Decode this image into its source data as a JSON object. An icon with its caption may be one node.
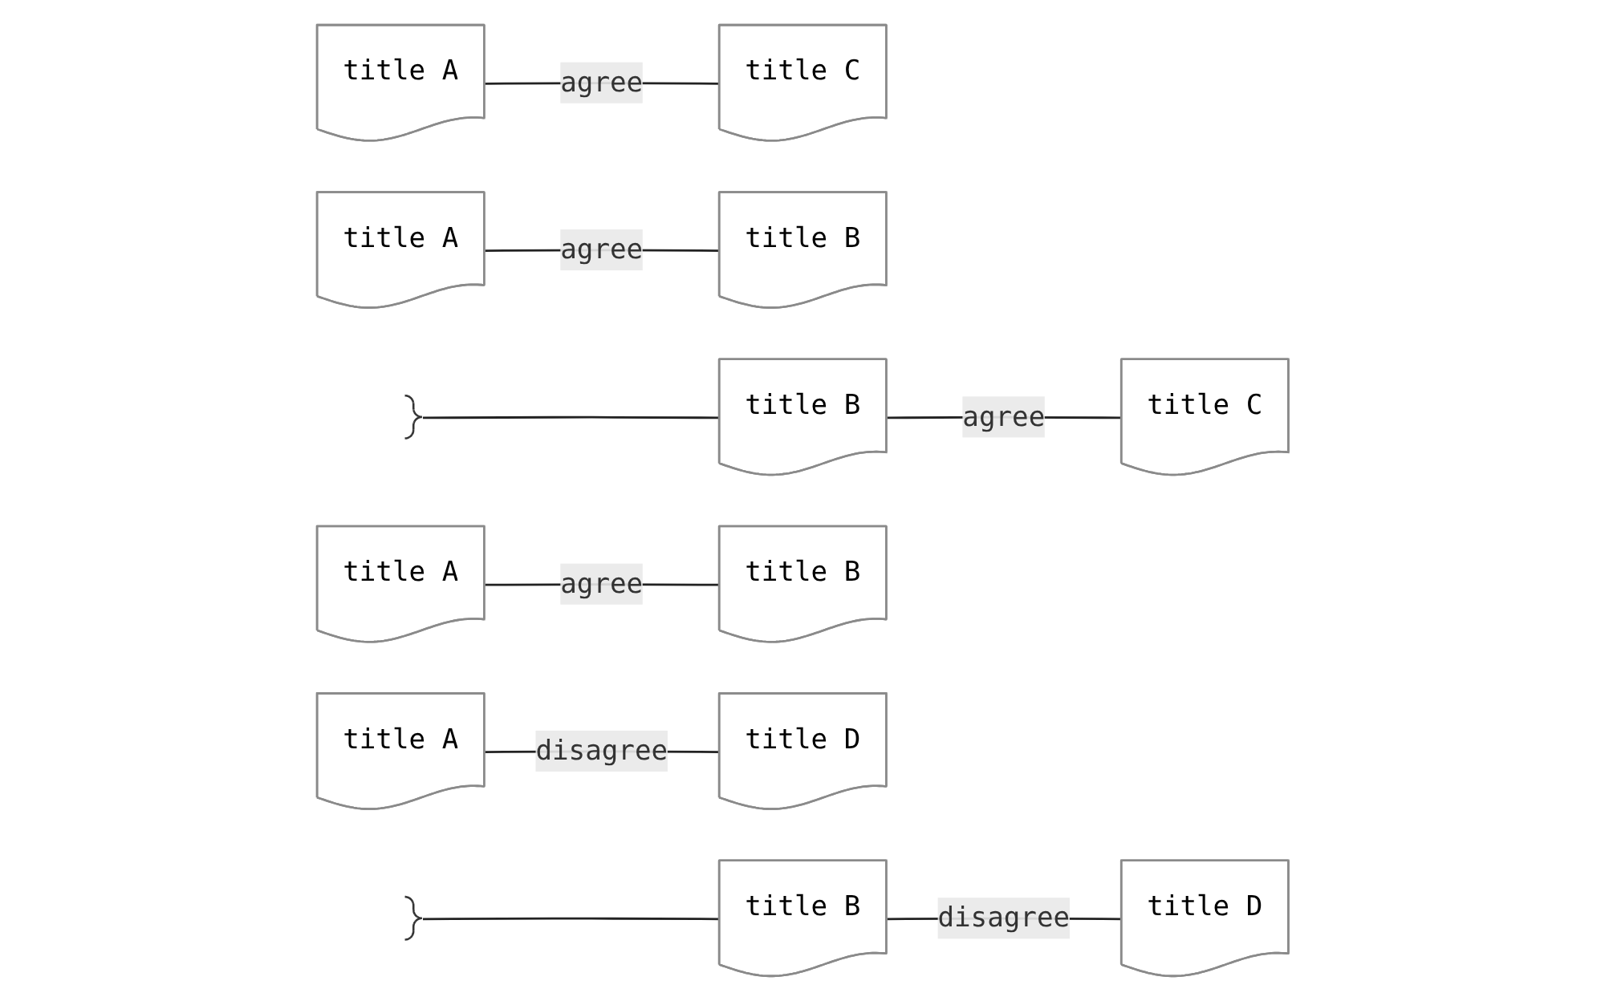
{
  "diagram": {
    "nodes": [
      {
        "text": [
          "title A"
        ]
      },
      {
        "text": [
          "title C"
        ]
      },
      {
        "text": [
          "title A"
        ]
      },
      {
        "text": [
          "title B"
        ]
      },
      {
        "text": [],
        "shape": "bar"
      },
      {
        "text": [
          "title B"
        ]
      },
      {
        "text": [
          "title C"
        ]
      },
      {
        "text": [
          "title A"
        ]
      },
      {
        "text": [
          "title B"
        ]
      },
      {
        "text": [
          "title A"
        ]
      },
      {
        "text": [
          "title D"
        ]
      },
      {
        "text": [],
        "shape": "bar"
      },
      {
        "text": [
          "title B"
        ]
      },
      {
        "text": [
          "title D"
        ]
      }
    ],
    "edges": [
      {
        "from": 0,
        "to": 1,
        "arrow": "none",
        "label": "agree"
      },
      {
        "from": 2,
        "to": 3,
        "arrow": "none",
        "label": "agree"
      },
      {
        "from": 4,
        "to": 5,
        "arrow": "none"
      },
      {
        "from": 5,
        "to": 6,
        "arrow": "none",
        "label": "agree"
      },
      {
        "from": 7,
        "to": 8,
        "arrow": "none",
        "label": "agree"
      },
      {
        "from": 9,
        "to": 10,
        "arrow": "none",
        "label": "disagree"
      },
      {
        "from": 11,
        "to": 12,
        "arrow": "none"
      },
      {
        "from": 12,
        "to": 13,
        "arrow": "none",
        "label": "disagree"
      }
    ]
  }
}
